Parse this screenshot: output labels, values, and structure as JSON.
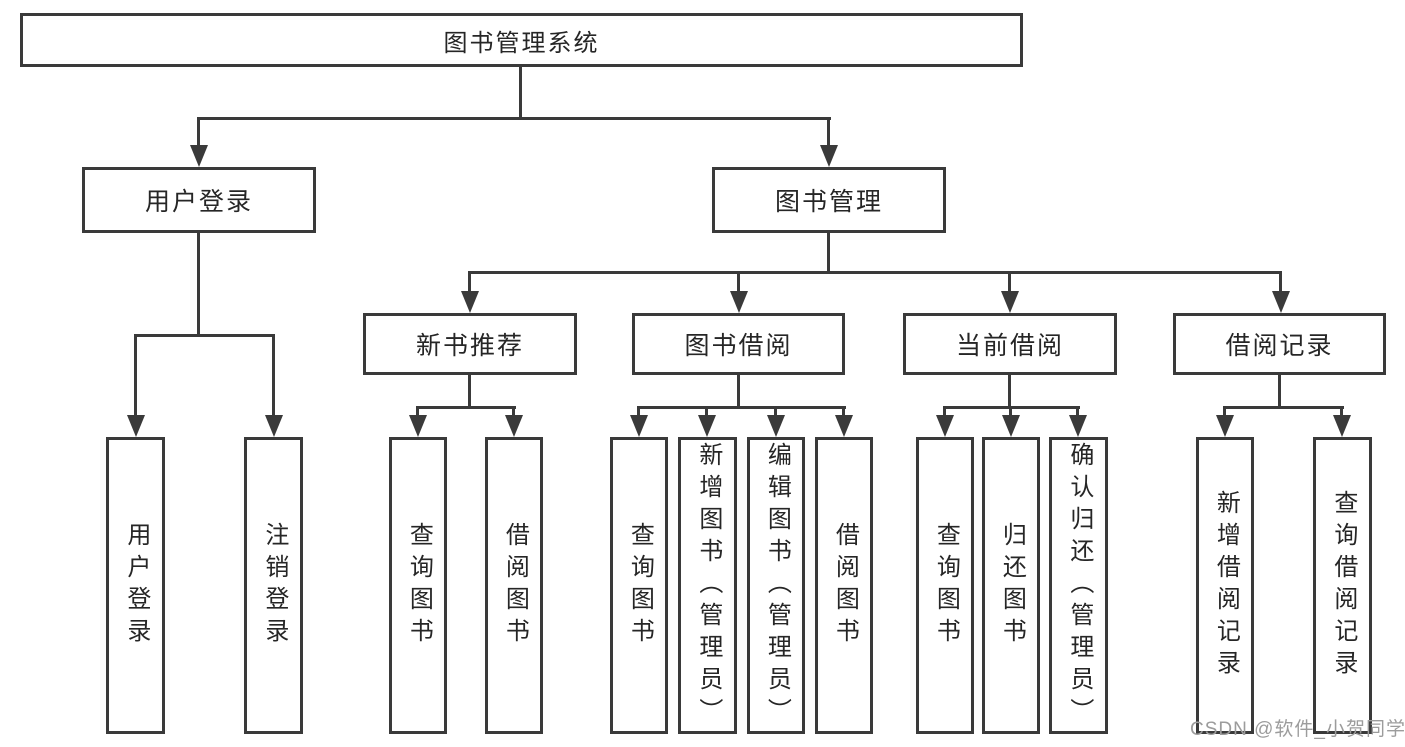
{
  "tree": {
    "root": "图书管理系统",
    "branches": [
      {
        "label": "用户登录",
        "children": [
          "用户登录",
          "注销登录"
        ]
      },
      {
        "label": "图书管理",
        "children": [
          {
            "label": "新书推荐",
            "children": [
              "查询图书",
              "借阅图书"
            ]
          },
          {
            "label": "图书借阅",
            "children": [
              "查询图书",
              "新增图书（管理员）",
              "编辑图书（管理员）",
              "借阅图书"
            ]
          },
          {
            "label": "当前借阅",
            "children": [
              "查询图书",
              "归还图书",
              "确认归还（管理员）"
            ]
          },
          {
            "label": "借阅记录",
            "children": [
              "新增借阅记录",
              "查询借阅记录"
            ]
          }
        ]
      }
    ]
  },
  "watermark": "CSDN @软件_小贺同学",
  "colors": {
    "line": "#3a3a3a",
    "text": "#262626",
    "watermark": "#9c9c9c",
    "background": "#ffffff"
  }
}
